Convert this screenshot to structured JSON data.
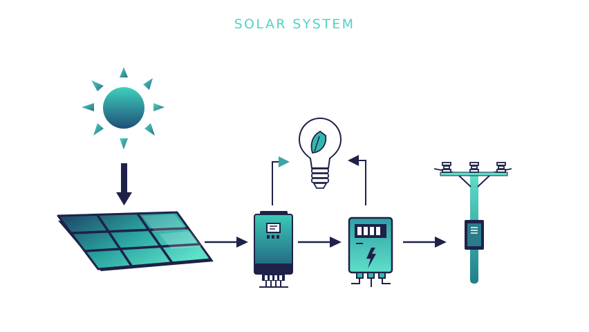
{
  "title": "SOLAR SYSTEM",
  "colors": {
    "accent": "#4fd4c0",
    "teal_dark": "#1f8f8f",
    "navy": "#1e2148",
    "background": "#ffffff"
  },
  "components": [
    {
      "name": "sun",
      "icon": "sun-icon"
    },
    {
      "name": "solar-panel",
      "icon": "solar-panel-icon"
    },
    {
      "name": "charge-controller",
      "icon": "inverter-icon"
    },
    {
      "name": "electric-meter",
      "icon": "electric-meter-icon"
    },
    {
      "name": "light-bulb",
      "icon": "eco-light-bulb-icon"
    },
    {
      "name": "power-pole",
      "icon": "utility-pole-icon"
    }
  ],
  "connections": [
    {
      "from": "sun",
      "to": "solar-panel"
    },
    {
      "from": "solar-panel",
      "to": "charge-controller"
    },
    {
      "from": "charge-controller",
      "to": "electric-meter"
    },
    {
      "from": "electric-meter",
      "to": "power-pole"
    },
    {
      "from": "charge-controller",
      "to": "light-bulb"
    },
    {
      "from": "electric-meter",
      "to": "light-bulb"
    }
  ]
}
